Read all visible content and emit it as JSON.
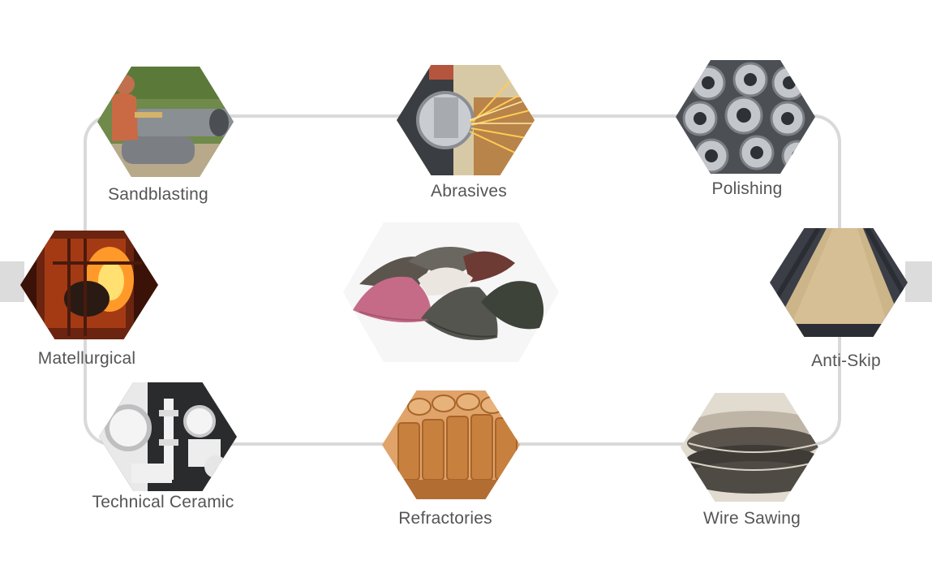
{
  "center": {
    "image": "abrasive-grain-piles"
  },
  "nodes": [
    {
      "id": "sandblasting",
      "label": "Sandblasting"
    },
    {
      "id": "abrasives",
      "label": "Abrasives"
    },
    {
      "id": "polishing",
      "label": "Polishing"
    },
    {
      "id": "matellurgical",
      "label": "Matellurgical"
    },
    {
      "id": "anti-skip",
      "label": "Anti-Skip"
    },
    {
      "id": "technical-ceramic",
      "label": "Technical Ceramic"
    },
    {
      "id": "refractories",
      "label": "Refractories"
    },
    {
      "id": "wire-sawing",
      "label": "Wire Sawing"
    }
  ],
  "colors": {
    "connector": "#d9d9d9",
    "label": "#555555",
    "side_band": "#dcdcdc"
  }
}
